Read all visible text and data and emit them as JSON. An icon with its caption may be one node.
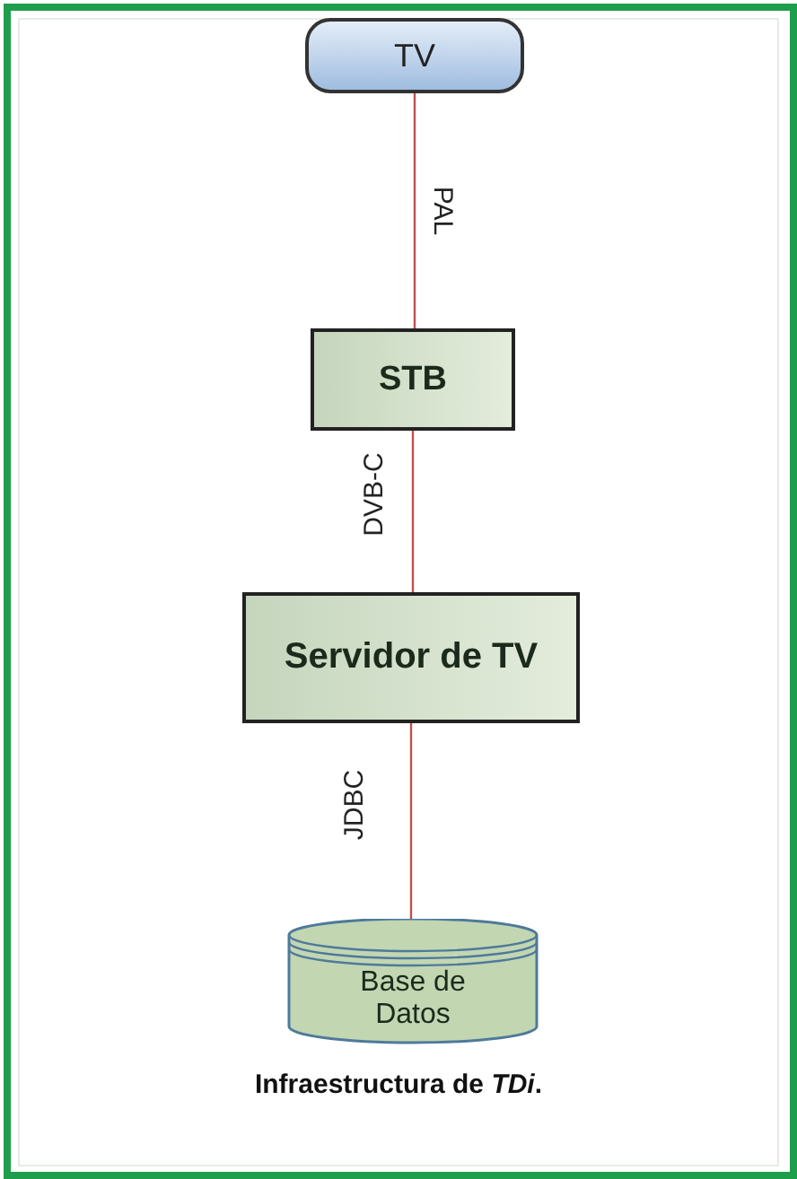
{
  "diagram": {
    "caption": "Infraestructura de *TDi*.",
    "nodes": [
      {
        "text": [
          "TV"
        ]
      },
      {
        "text": [
          "STB"
        ]
      },
      {
        "text": [
          "Servidor de TV"
        ]
      },
      {
        "text": [
          "Base de Datos"
        ]
      }
    ],
    "edges": [
      {
        "from": 0,
        "to": 1,
        "arrow": "none",
        "label": "PAL"
      },
      {
        "from": 1,
        "to": 2,
        "arrow": "none",
        "label": "DVB-C"
      },
      {
        "from": 2,
        "to": 3,
        "arrow": "none",
        "label": "JDBC"
      }
    ]
  }
}
